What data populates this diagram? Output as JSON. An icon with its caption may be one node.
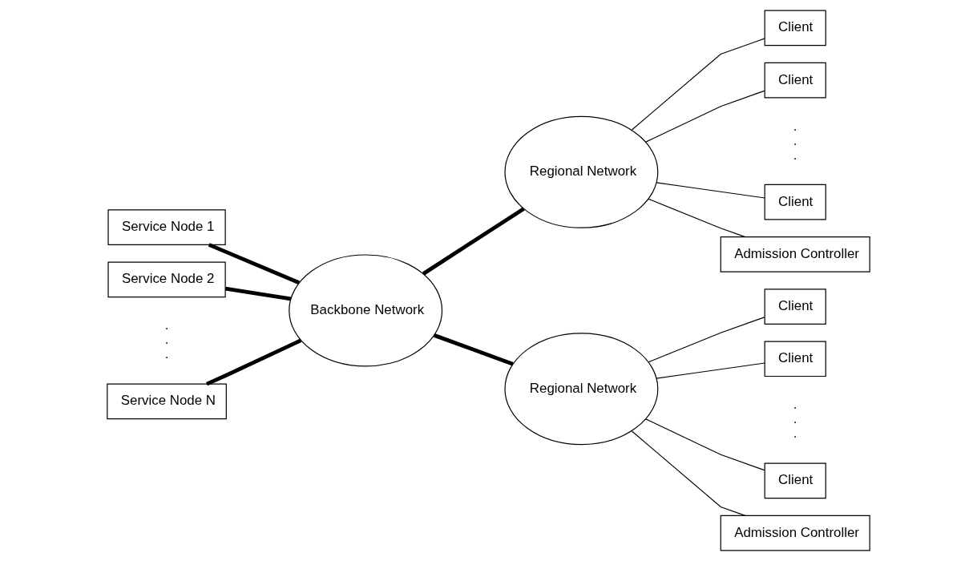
{
  "diagram": {
    "nodes": [
      {
        "text": [
          "Service Node 1"
        ]
      },
      {
        "text": [
          "Service Node 2"
        ]
      },
      {
        "text": [
          "Service Node N"
        ]
      },
      {
        "text": [
          "Backbone Network"
        ]
      },
      {
        "text": [
          "Regional Network"
        ]
      },
      {
        "text": [
          "Client"
        ]
      },
      {
        "text": [
          "Client"
        ]
      },
      {
        "text": [
          "Client"
        ]
      },
      {
        "text": [
          "Admission Controller"
        ]
      },
      {
        "text": [
          "Regional Network"
        ]
      },
      {
        "text": [
          "Client"
        ]
      },
      {
        "text": [
          "Client"
        ]
      },
      {
        "text": [
          "Client"
        ]
      },
      {
        "text": [
          "Admission Controller"
        ]
      }
    ],
    "edges": [
      {
        "from": 0,
        "to": 3,
        "arrow": "none",
        "style": "thick"
      },
      {
        "from": 1,
        "to": 3,
        "arrow": "none",
        "style": "thick"
      },
      {
        "from": 2,
        "to": 3,
        "arrow": "none",
        "style": "thick"
      },
      {
        "from": 3,
        "to": 4,
        "arrow": "none",
        "style": "thick"
      },
      {
        "from": 3,
        "to": 9,
        "arrow": "none",
        "style": "thick"
      },
      {
        "from": 4,
        "to": 5,
        "arrow": "none"
      },
      {
        "from": 4,
        "to": 6,
        "arrow": "none"
      },
      {
        "from": 4,
        "to": 7,
        "arrow": "none"
      },
      {
        "from": 4,
        "to": 8,
        "arrow": "none"
      },
      {
        "from": 9,
        "to": 10,
        "arrow": "none"
      },
      {
        "from": 9,
        "to": 11,
        "arrow": "none"
      },
      {
        "from": 9,
        "to": 12,
        "arrow": "none"
      },
      {
        "from": 9,
        "to": 13,
        "arrow": "none"
      }
    ],
    "labels": [
      ". . .",
      ". . .",
      ". . ."
    ]
  }
}
